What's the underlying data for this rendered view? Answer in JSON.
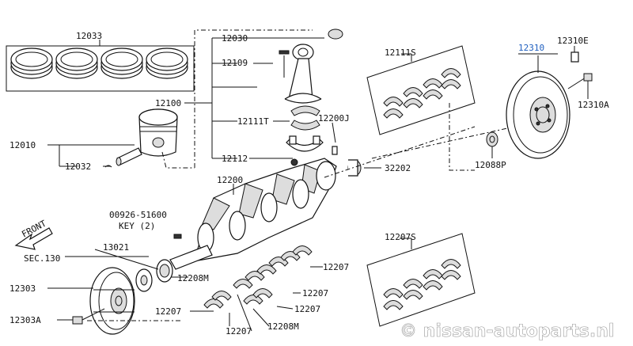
{
  "labels": {
    "l12033": "12033",
    "l12030": "12030",
    "l12109": "12109",
    "l12100": "12100",
    "l12111T": "12111T",
    "l12200J": "12200J",
    "l12112": "12112",
    "l12010": "12010",
    "l12032": "12032",
    "l32202": "32202",
    "l12200": "12200",
    "l12111S": "12111S",
    "l12310": "12310",
    "l12310E": "12310E",
    "l12310A": "12310A",
    "l12088P": "12088P",
    "l00926": "00926-51600",
    "lkey": "KEY (2)",
    "lfront": "FRONT",
    "l13021": "13021",
    "lsec": "SEC.130",
    "l12303": "12303",
    "l12303A": "12303A",
    "l12208M_a": "12208M",
    "l12208M_b": "12208M",
    "l12207_a": "12207",
    "l12207_b": "12207",
    "l12207_c": "12207",
    "l12207_d": "12207",
    "l12207_e": "12207",
    "l12207S": "12207S"
  },
  "watermark": "© nissan-autoparts.nl",
  "colors": {
    "highlight": "#1f5fbf",
    "ink": "#111111"
  }
}
